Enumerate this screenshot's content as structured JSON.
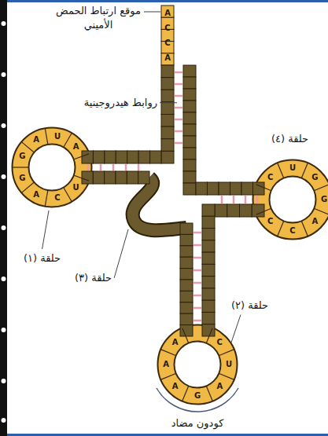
{
  "diagram": {
    "labels": [
      "موقع ارتباط الحمض الأميني",
      "روابط هيدروجينية",
      "حلقة (٤)",
      "حلقة (١)",
      "حلقة (٣)",
      "حلقة (٢)",
      "كودون مضاد",
      "A",
      "C",
      "C",
      "A",
      "U",
      "C",
      "A",
      "G",
      "G",
      "A",
      "U",
      "A",
      "C",
      "U",
      "G",
      "G",
      "A",
      "C",
      "C",
      "C",
      "U",
      "A",
      "G",
      "A",
      "A",
      "A"
    ]
  }
}
